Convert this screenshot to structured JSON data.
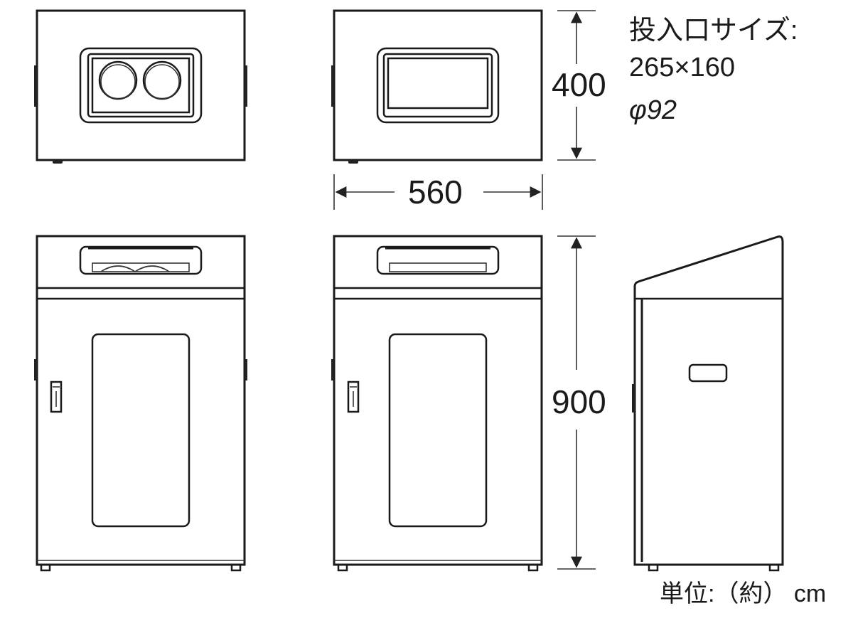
{
  "diagram": {
    "type": "dimension drawing",
    "subject": "dual-opening waste bin (front, top, side views)",
    "dimensions": {
      "height": "400",
      "width": "560",
      "total_height": "900"
    },
    "opening_spec": {
      "title": "投入口サイズ:",
      "rect_size": "265×160",
      "circle_size": "φ92"
    },
    "unit_label": "単位:（約） cm",
    "views": [
      {
        "id": "top-view-round",
        "label": "top view with two round openings"
      },
      {
        "id": "top-view-rect",
        "label": "top view with rectangular opening"
      },
      {
        "id": "front-view-round",
        "label": "front view with two round openings"
      },
      {
        "id": "front-view-rect",
        "label": "front view with rectangular opening"
      },
      {
        "id": "side-view",
        "label": "side view"
      }
    ],
    "colors": {
      "line": "#1a1a1a",
      "background": "#ffffff"
    }
  }
}
